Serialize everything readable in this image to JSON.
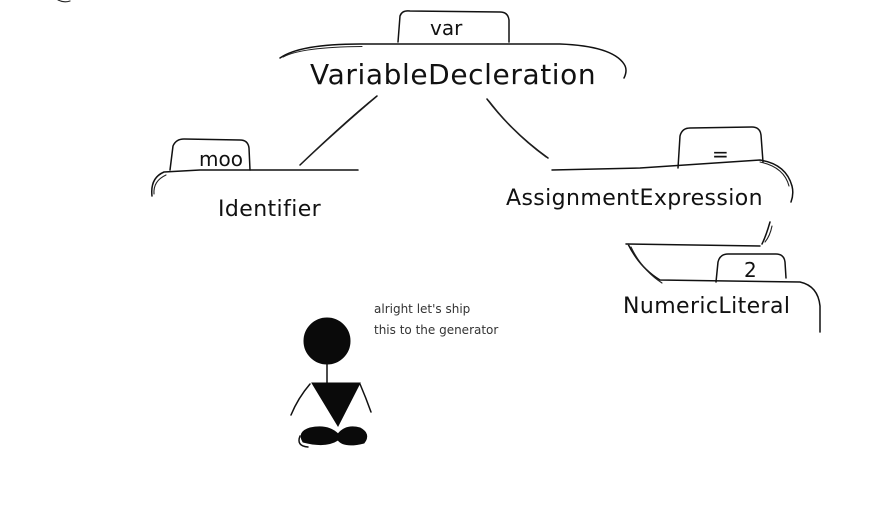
{
  "tree": {
    "root": {
      "type": "VariableDecleration",
      "value": "var"
    },
    "left": {
      "type": "Identifier",
      "value": "moo"
    },
    "right": {
      "type": "AssignmentExpression",
      "value": "="
    },
    "right_child": {
      "type": "NumericLiteral",
      "value": "2"
    }
  },
  "speech_bubble": {
    "line1": "alright let's ship",
    "line2": "this to the generator"
  },
  "icons": {
    "figure": "stick-figure-sitting"
  }
}
